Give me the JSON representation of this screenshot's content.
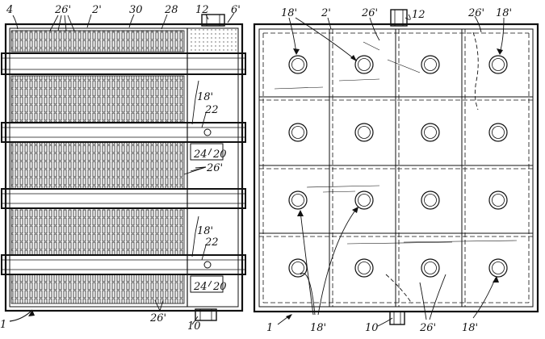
{
  "left_view": {
    "labels": [
      "4",
      "26'",
      "2'",
      "30",
      "28",
      "12",
      "6'",
      "18'",
      "22",
      "24",
      "20",
      "26'",
      "18'",
      "22",
      "24",
      "20",
      "26'",
      "10",
      "1"
    ]
  },
  "right_view": {
    "labels": [
      "18'",
      "2'",
      "26'",
      "12",
      "26'",
      "18'",
      "1",
      "18'",
      "10",
      "26'",
      "18'"
    ]
  }
}
